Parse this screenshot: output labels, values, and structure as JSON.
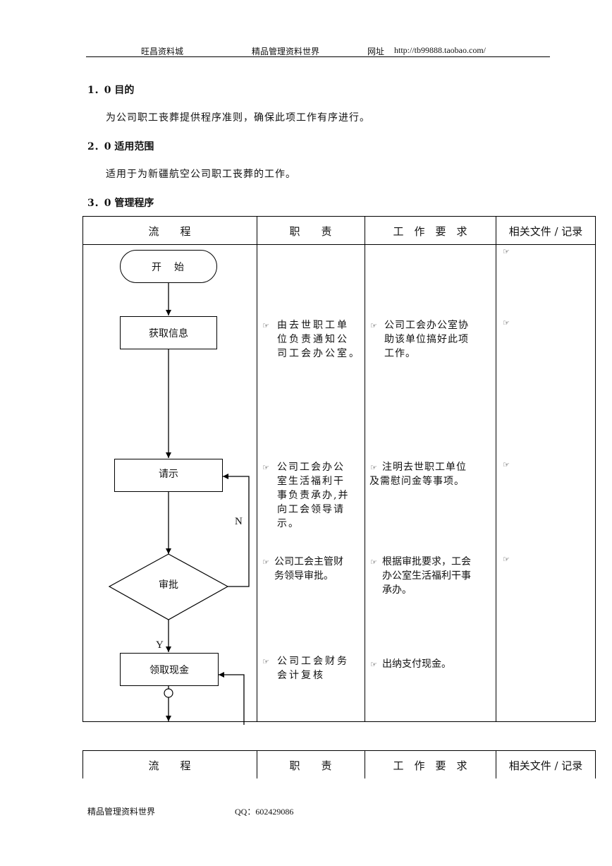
{
  "header": {
    "left": "旺昌资料城",
    "middle": "精品管理资料世界",
    "url_label": "网址",
    "url": "http://tb99888.taobao.com/"
  },
  "sections": {
    "s1_title": "1．0 目的",
    "s1_text": "为公司职工丧葬提供程序准则，确保此项工作有序进行。",
    "s2_title": "2．0 适用范围",
    "s2_text": "适用于为新疆航空公司职工丧葬的工作。",
    "s3_title": "3．0 管理程序"
  },
  "table": {
    "col_headers": [
      "流　　程",
      "职　　责",
      "工　作　要　求",
      "相关文件 / 记录"
    ],
    "hand_icon": "☞"
  },
  "flow": {
    "start": "开　始",
    "info": "获取信息",
    "request": "请示",
    "approve": "审批",
    "cash": "领取现金",
    "no_label": "N",
    "yes_label": "Y"
  },
  "rows": [
    {
      "duty": [
        "由去世职工单",
        "位负责通知公",
        "司工会办公室。"
      ],
      "req": [
        "公司工会办公室协",
        "助该单位搞好此项",
        "工作。"
      ]
    },
    {
      "duty": [
        "公司工会办公",
        "室生活福利干",
        "事负责承办,并",
        "向工会领导请",
        "示。"
      ],
      "req": [
        "注明去世职工单位",
        "及需慰问金等事项。"
      ]
    },
    {
      "duty": [
        "公司工会主管财",
        "务领导审批。"
      ],
      "req": [
        "根据审批要求，工会",
        "办公室生活福利干事",
        "承办。"
      ]
    },
    {
      "duty": [
        "公司工会财务",
        "会计复核"
      ],
      "req": [
        "出纳支付现金。"
      ]
    }
  ],
  "footer": {
    "left": "精品管理资料世界",
    "qq": "QQ：602429086"
  },
  "colors": {
    "line": "#000000",
    "text": "#111111"
  },
  "icons": [
    "pointing-hand-icon",
    "arrow-down-icon"
  ]
}
